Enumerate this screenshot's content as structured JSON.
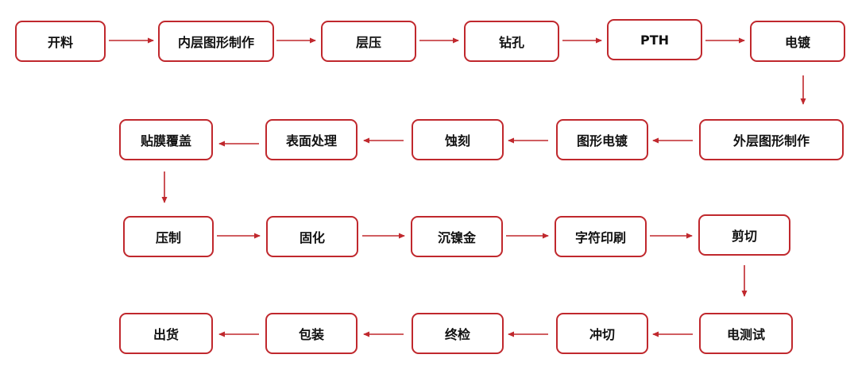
{
  "diagram": {
    "steps": {
      "s1": "开料",
      "s2": "内层图形制作",
      "s3": "层压",
      "s4": "钻孔",
      "s5": "PTH",
      "s6": "电镀",
      "s7": "外层图形制作",
      "s8": "图形电镀",
      "s9": "蚀刻",
      "s10": "表面处理",
      "s11": "贴膜覆盖",
      "s12": "压制",
      "s13": "固化",
      "s14": "沉镍金",
      "s15": "字符印刷",
      "s16": "剪切",
      "s17": "电测试",
      "s18": "冲切",
      "s19": "终检",
      "s20": "包装",
      "s21": "出货"
    },
    "colors": {
      "border": "#c0282d",
      "arrow": "#c0282d",
      "text": "#111111"
    }
  }
}
